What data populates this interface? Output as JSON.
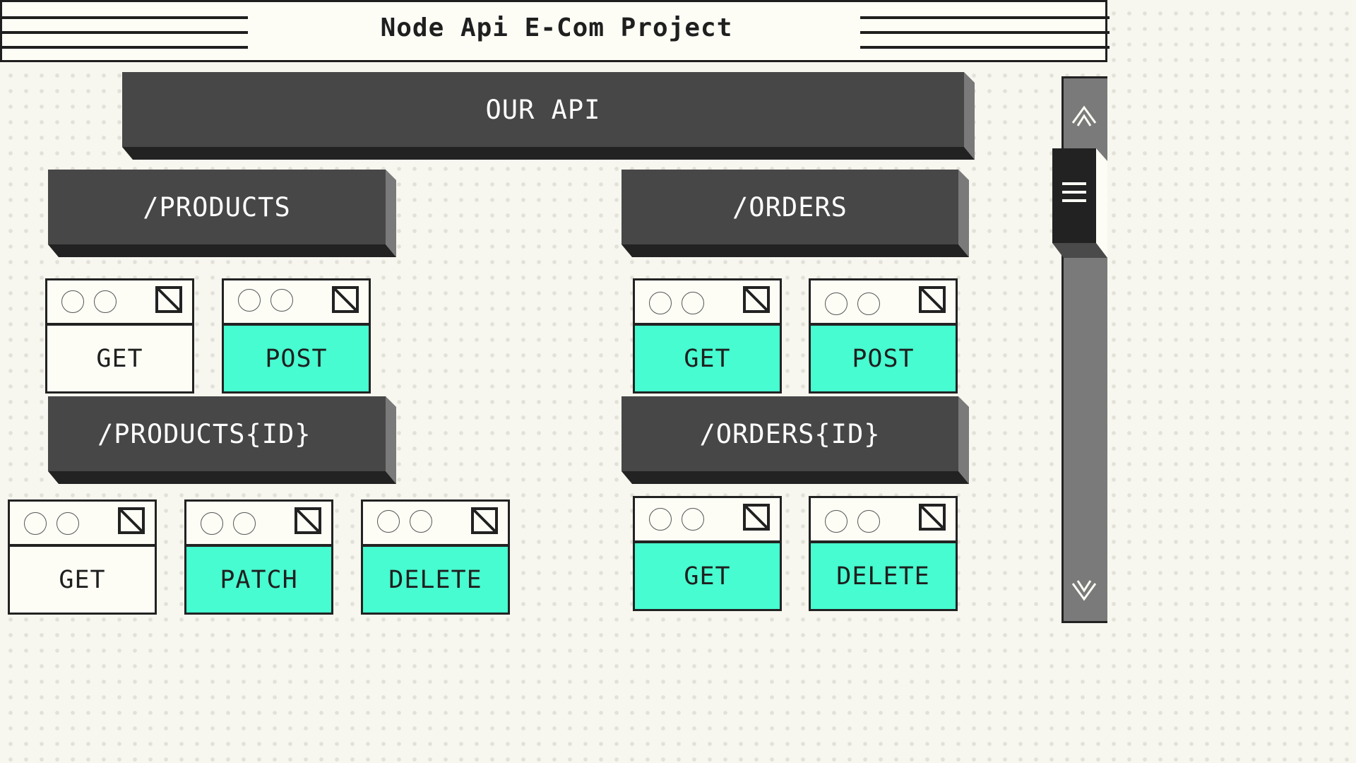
{
  "window": {
    "title": "Node Api E-Com Project"
  },
  "main_header": {
    "label": "OUR API"
  },
  "products": {
    "label": "/PRODUCTS",
    "methods": [
      {
        "label": "GET",
        "active": false
      },
      {
        "label": "POST",
        "active": true
      }
    ]
  },
  "orders": {
    "label": "/ORDERS",
    "methods": [
      {
        "label": "GET",
        "active": true
      },
      {
        "label": "POST",
        "active": true
      }
    ]
  },
  "product_id": {
    "label": "/PRODUCTS{ID}",
    "methods": [
      {
        "label": "GET",
        "active": false
      },
      {
        "label": "PATCH",
        "active": true
      },
      {
        "label": "DELETE",
        "active": true
      }
    ]
  },
  "order_id": {
    "label": "/ORDERS{ID}",
    "methods": [
      {
        "label": "GET",
        "active": true
      },
      {
        "label": "DELETE",
        "active": true
      }
    ]
  },
  "colors": {
    "accent": "#47fcd0",
    "block": "#474747",
    "background": "#f7f6ef",
    "ink": "#1f1f1f"
  },
  "icons": {
    "scroll_up": "chevron-up-icon",
    "scroll_down": "chevron-down-icon",
    "scroll_thumb": "menu-icon",
    "window_dots": "circle-icon",
    "window_maximize": "maximize-icon"
  }
}
